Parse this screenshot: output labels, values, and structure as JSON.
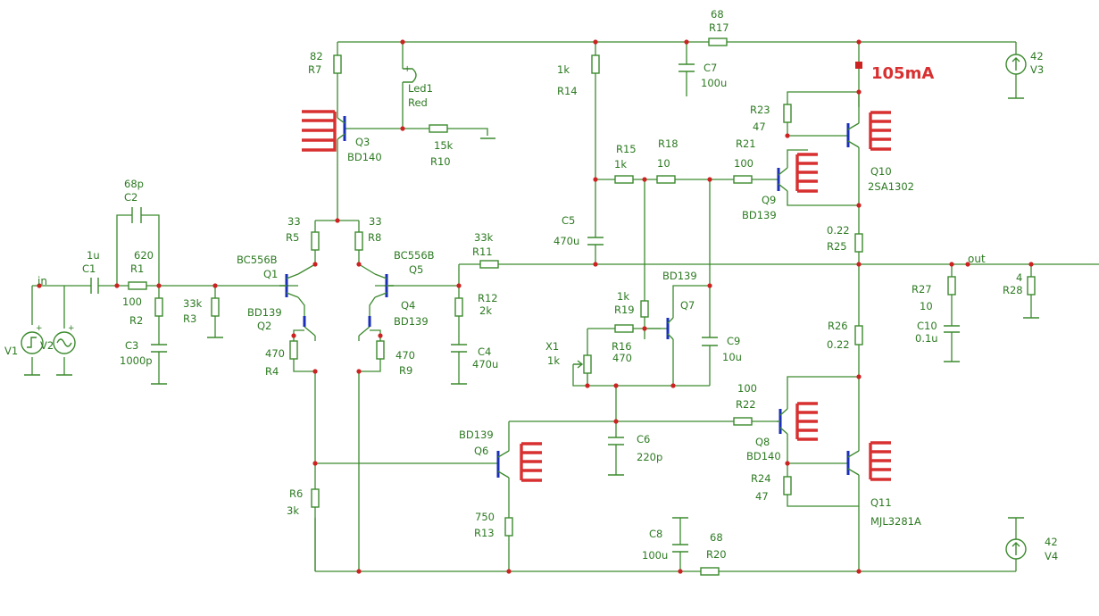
{
  "labels": {
    "r17": [
      "68",
      "R17"
    ],
    "r7": [
      "82",
      "R7"
    ],
    "led1": [
      "Led1",
      "Red"
    ],
    "r14": [
      "1k",
      "R14"
    ],
    "c7": [
      "C7",
      "100u"
    ],
    "measure": "105mA",
    "v3": [
      "42",
      "V3"
    ],
    "q3": [
      "Q3",
      "BD140"
    ],
    "r10": [
      "15k",
      "R10"
    ],
    "r23": [
      "R23",
      "47"
    ],
    "r15": [
      "R15",
      "1k"
    ],
    "r18": [
      "R18",
      "10"
    ],
    "r21": [
      "R21",
      "100"
    ],
    "q10": [
      "Q10",
      "2SA1302"
    ],
    "q9": [
      "Q9",
      "BD139"
    ],
    "c2": [
      "68p",
      "C2"
    ],
    "c1": [
      "1u",
      "C1"
    ],
    "r1": [
      "620",
      "R1"
    ],
    "r2": [
      "100",
      "R2"
    ],
    "c3": [
      "C3",
      "1000p"
    ],
    "r3": [
      "33k",
      "R3"
    ],
    "in": "in",
    "v1": "V1",
    "v2": "V2",
    "r5": [
      "33",
      "R5"
    ],
    "r8": [
      "33",
      "R8"
    ],
    "q1": [
      "BC556B",
      "Q1"
    ],
    "q5": [
      "BC556B",
      "Q5"
    ],
    "q2": [
      "BD139",
      "Q2"
    ],
    "q4": [
      "Q4",
      "BD139"
    ],
    "r4": [
      "470",
      "R4"
    ],
    "r9": [
      "470",
      "R9"
    ],
    "r11": [
      "33k",
      "R11"
    ],
    "r12": [
      "R12",
      "2k"
    ],
    "c4": [
      "C4",
      "470u"
    ],
    "c5": [
      "C5",
      "470u"
    ],
    "r25": [
      "0.22",
      "R25"
    ],
    "out": "out",
    "r27": [
      "R27",
      "10"
    ],
    "c10": [
      "C10",
      "0.1u"
    ],
    "r28": [
      "4",
      "R28"
    ],
    "q7": [
      "BD139",
      "Q7"
    ],
    "r19": [
      "1k",
      "R19"
    ],
    "r16": [
      "R16",
      "470"
    ],
    "x1": [
      "X1",
      "1k"
    ],
    "c9": [
      "C9",
      "10u"
    ],
    "r26": [
      "R26",
      "0.22"
    ],
    "r22": [
      "100",
      "R22"
    ],
    "q8": [
      "Q8",
      "BD140"
    ],
    "q6": [
      "BD139",
      "Q6"
    ],
    "c6": [
      "C6",
      "220p"
    ],
    "r24": [
      "R24",
      "47"
    ],
    "q11": [
      "Q11",
      "MJL3281A"
    ],
    "r6": [
      "R6",
      "3k"
    ],
    "r13": [
      "750",
      "R13"
    ],
    "c8": [
      "C8",
      "100u"
    ],
    "r20": [
      "68",
      "R20"
    ],
    "v4": [
      "42",
      "V4"
    ]
  },
  "colors": {
    "wire": "#3c8a2e",
    "text": "#2d7a22",
    "transistor": "#1a2fb8",
    "junction": "#cc2222",
    "heatsink": "#d83030",
    "background": "#ffffff"
  },
  "icons": {
    "heatsink": "heatsink-icon",
    "source": "voltage-source-icon",
    "ground": "ground-icon"
  }
}
